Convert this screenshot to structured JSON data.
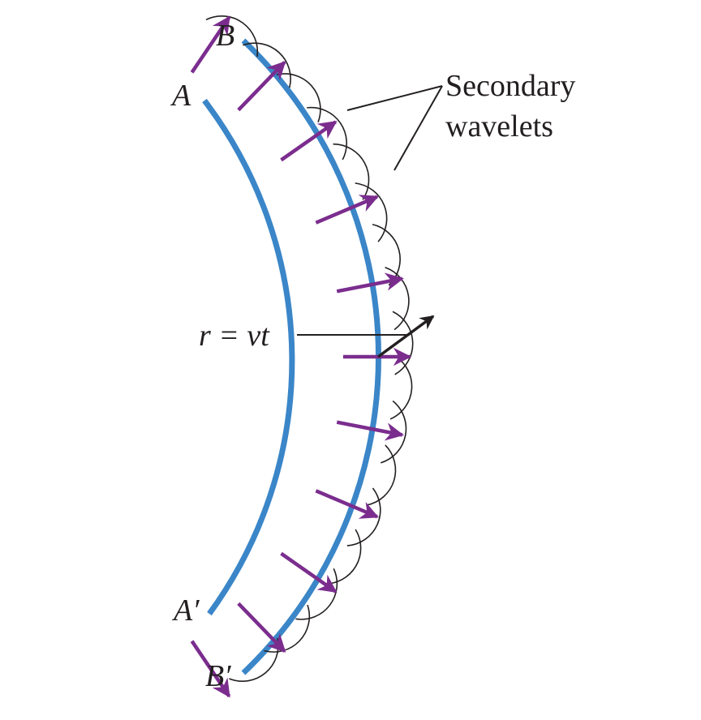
{
  "labels": {
    "wavefront_a_top": "A",
    "wavefront_a_bottom": "A′",
    "wavefront_b_top": "B",
    "wavefront_b_bottom": "B′",
    "secondary_line1": "Secondary",
    "secondary_line2": "wavelets",
    "radius": "r = vt"
  },
  "colors": {
    "wavefront": "#3a86c8",
    "ray_arrow": "#7b2d8e",
    "wavelet": "#231f20",
    "text": "#231f20"
  }
}
